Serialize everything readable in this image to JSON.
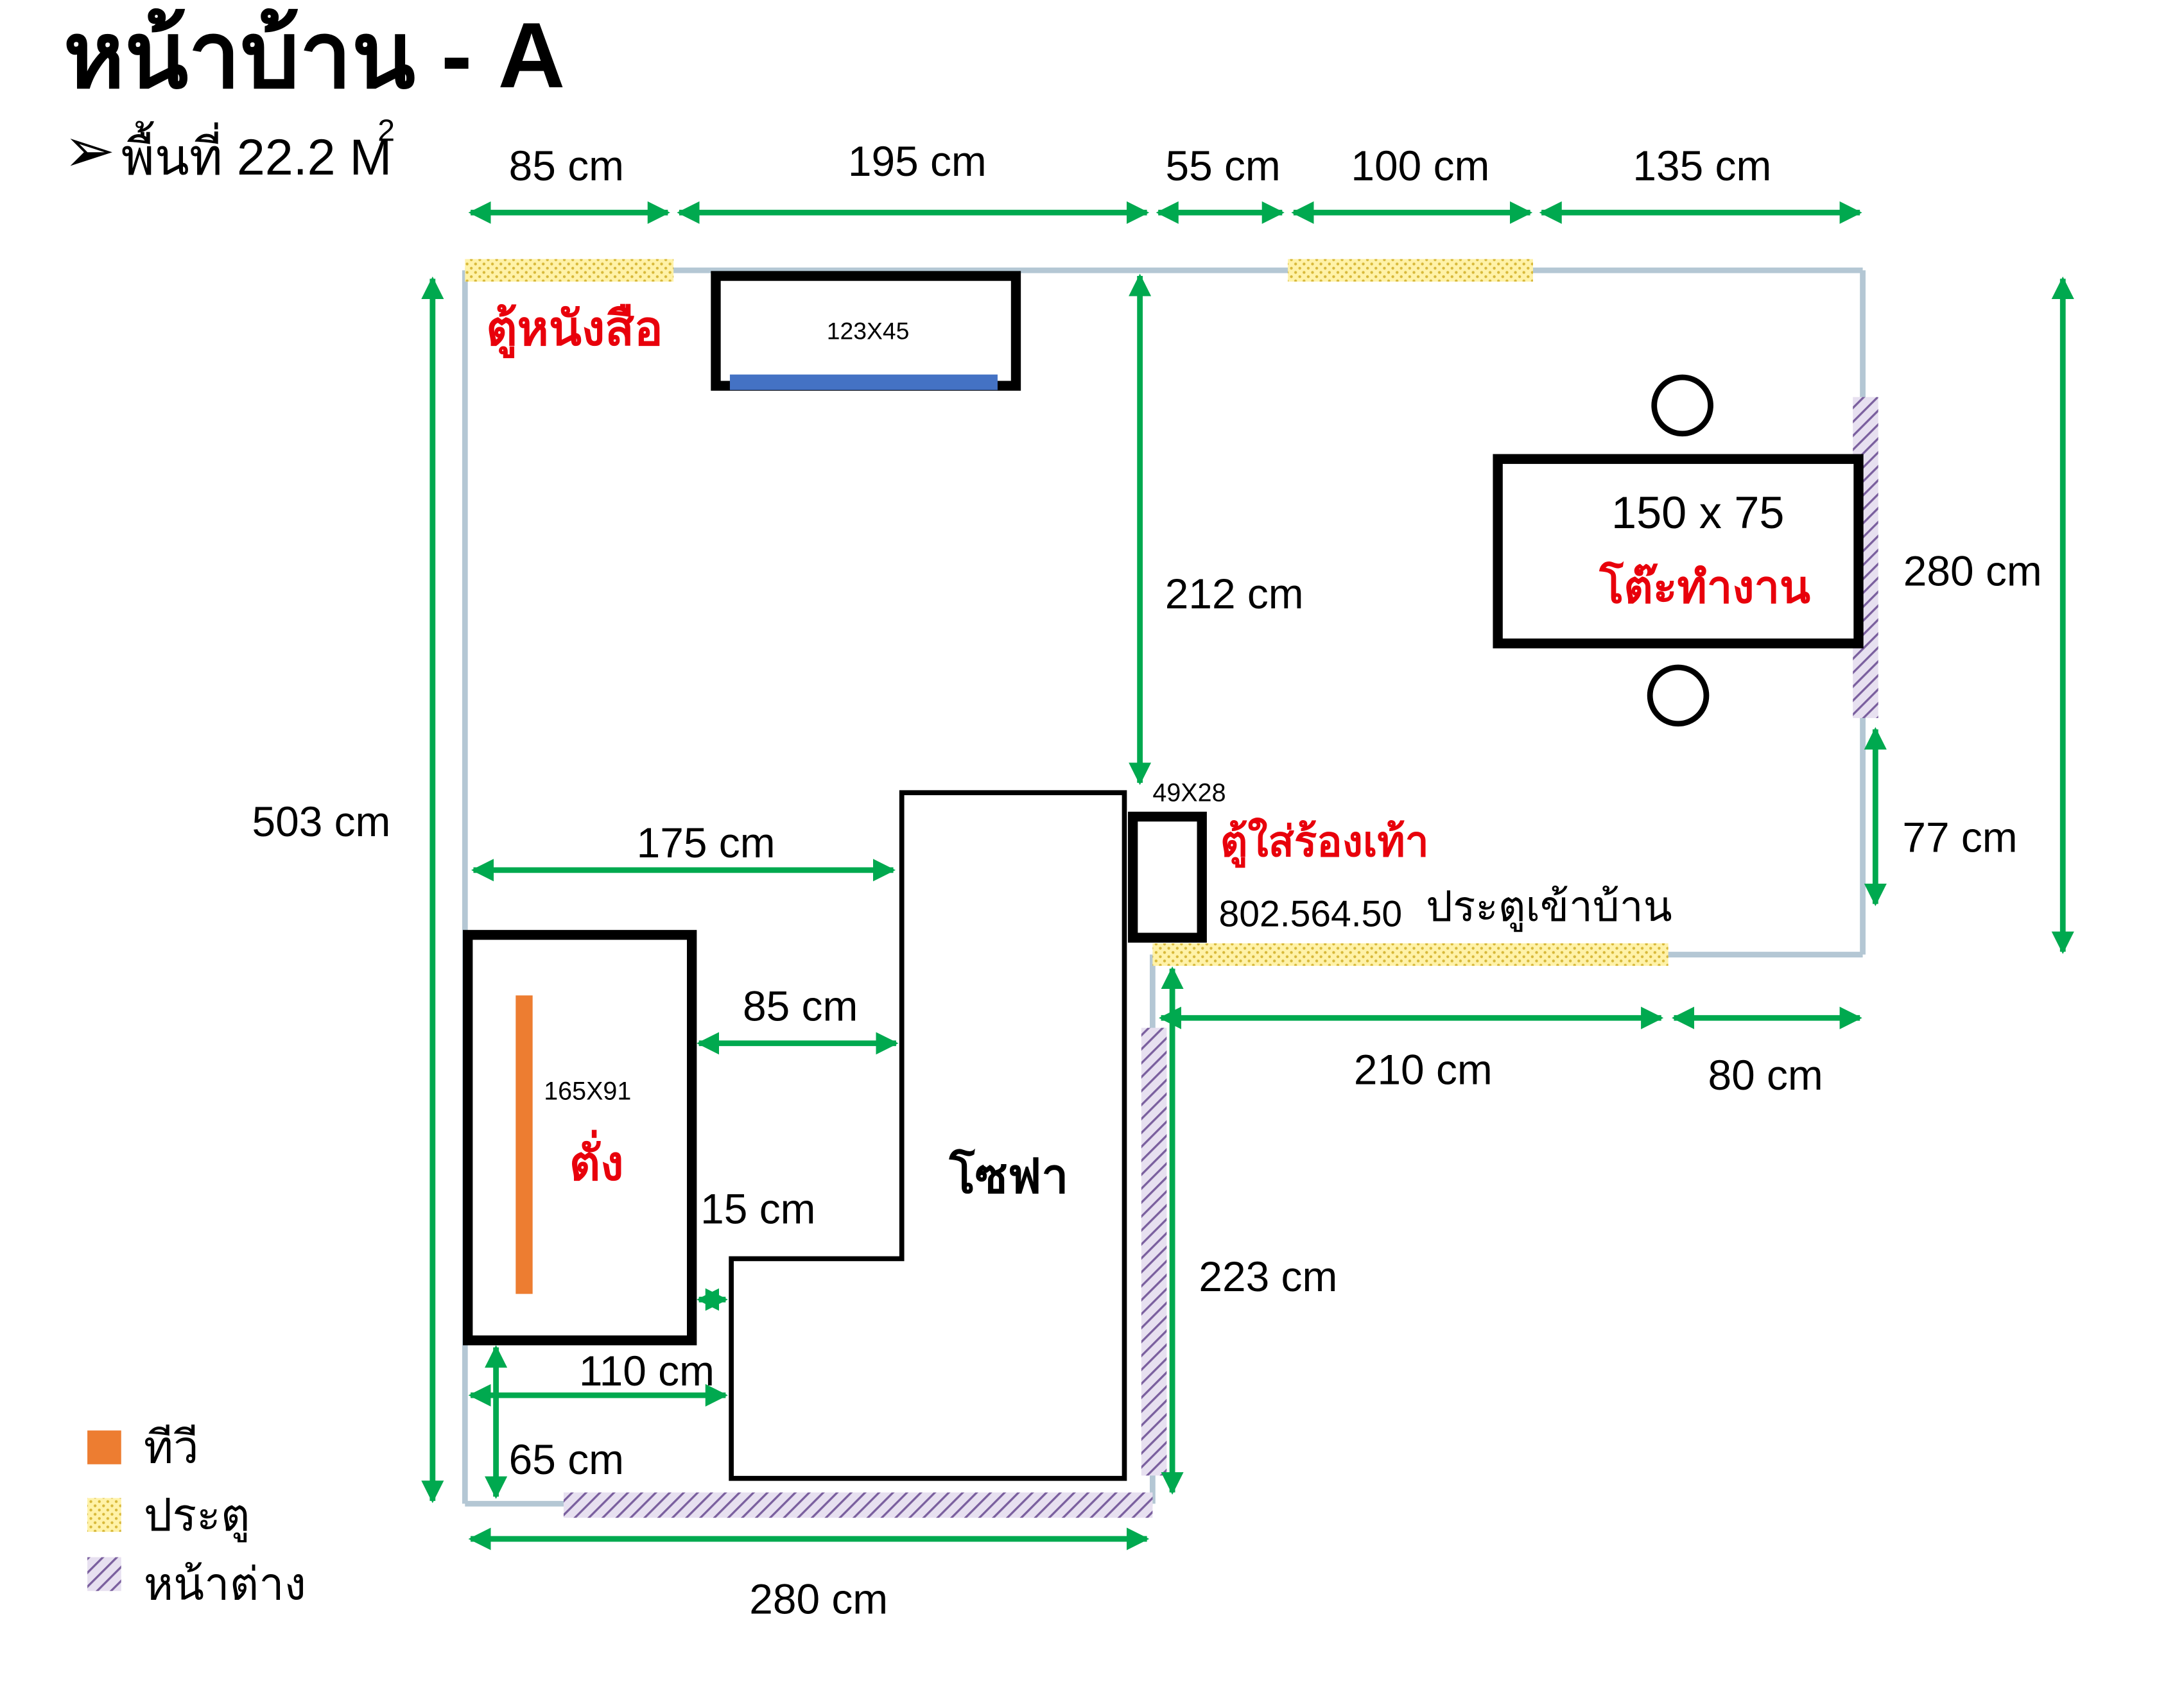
{
  "title": "หน้าบ้าน - A",
  "area": {
    "label": "พื้นที่ 22.2 M",
    "superscript": "2",
    "bullet": "➢"
  },
  "dimensions": {
    "top_85": "85 cm",
    "top_195": "195 cm",
    "top_55": "55 cm",
    "top_100": "100 cm",
    "top_135": "135 cm",
    "left_503": "503 cm",
    "mid_212": "212 cm",
    "right_280": "280 cm",
    "right_77": "77 cm",
    "w_175": "175 cm",
    "w_85": "85 cm",
    "w_15": "15 cm",
    "w_110": "110 cm",
    "h_65": "65 cm",
    "bottom_280": "280 cm",
    "door_210": "210 cm",
    "door_80": "80 cm",
    "side_223": "223 cm"
  },
  "furniture": {
    "bookshelf_label": "ตู้หนังสือ",
    "bookshelf_size": "123X45",
    "desk_size": "150 x 75",
    "desk_label": "โต๊ะทำงาน",
    "shoe_cabinet_size": "49X28",
    "shoe_cabinet_label": "ตู้ใส่ร้องเท้า",
    "code": "802.564.50",
    "entrance_label": "ประตูเข้าบ้าน",
    "tv_stand_size": "165X91",
    "tv_stand_label": "ตั่ง",
    "sofa_label": "โซฟา"
  },
  "legend": [
    {
      "label": "ทีวี",
      "color": "#ed7d31"
    },
    {
      "label": "ประตู",
      "color": "#f2df74"
    },
    {
      "label": "หน้าต่าง",
      "color": "#8064a2"
    }
  ],
  "colors": {
    "arrow": "#00a94f",
    "label_red": "#e8000b",
    "tv": "#ed7d31",
    "bookshelf_bar": "#4472c4",
    "door": "#f2df74",
    "window": "#8064a2"
  }
}
